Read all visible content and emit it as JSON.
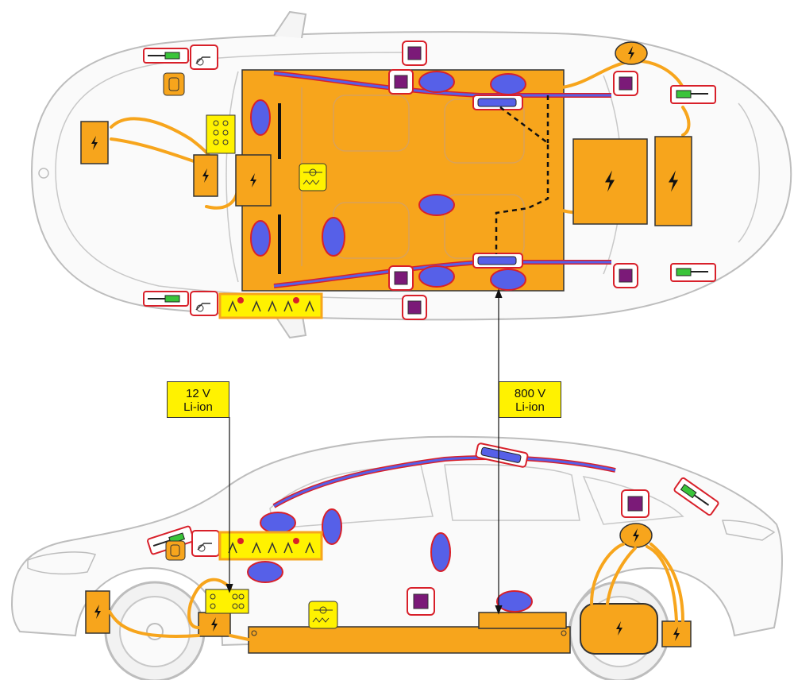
{
  "labels": {
    "lv_battery": {
      "line1": "12 V",
      "line2": "Li-ion"
    },
    "hv_battery": {
      "line1": "800 V",
      "line2": "Li-ion"
    }
  },
  "colors": {
    "hv_orange": "#f7a51c",
    "airbag_blue": "#5660e8",
    "airbag_border": "#d8202a",
    "sensor_purple": "#7b1a78",
    "label_yellow": "#fff200",
    "gas_strut_green": "#3ac43a",
    "car_outline": "#bdbdbd"
  },
  "icons": [
    "high-voltage-icon",
    "airbag-icon",
    "seatbelt-pretensioner-icon",
    "gas-strut-icon",
    "battery-cell-icon",
    "control-unit-icon",
    "bonnet-actuator-icon",
    "crash-sensor-icon"
  ]
}
